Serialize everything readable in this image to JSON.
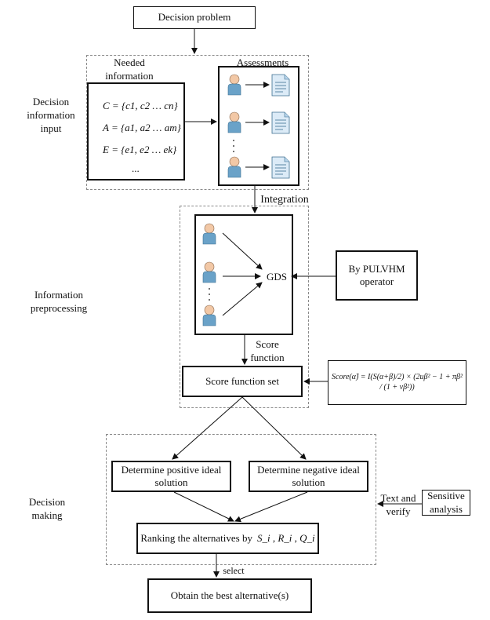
{
  "nodes": {
    "decision_problem": "Decision problem",
    "needed_information": "Needed information",
    "assessments": "Assessments",
    "integration": "Integration",
    "gds": "GDS",
    "by_pulvhm": "By PULVHM operator",
    "score_function_label": "Score function",
    "score_function_set": "Score function set",
    "positive_ideal": "Determine positive ideal solution",
    "negative_ideal": "Determine negative ideal solution",
    "ranking": "Ranking the alternatives by",
    "ranking_vars": "S_i , R_i , Q_i",
    "select": "select",
    "best_alternative": "Obtain the best alternative(s)",
    "sensitive_analysis": "Sensitive analysis",
    "text_and_verify": "Text and verify"
  },
  "stages": {
    "input": "Decision information input",
    "preprocessing": "Information preprocessing",
    "making": "Decision making"
  },
  "sets": {
    "C": "C = {c1, c2 … cn}",
    "A": "A = {a1, a2 … am}",
    "E": "E = {e1, e2 … ek}",
    "ellipsis": "..."
  },
  "formula": "Score(α̃) = I(S(α+β)/2) × (2uβ² − 1 + πβ² / (1 + vβ²))",
  "icons": [
    "person-icon",
    "document-icon"
  ]
}
